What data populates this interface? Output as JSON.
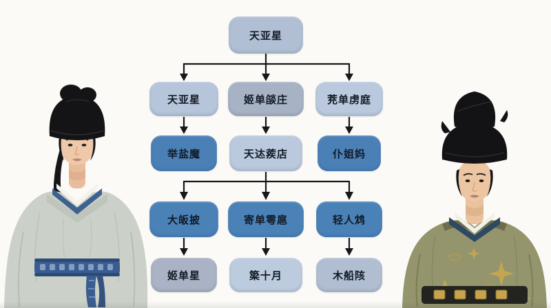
{
  "page": {
    "background_color": "#fbfaf7"
  },
  "diagram": {
    "type": "flowchart",
    "direction": "top-down",
    "line_color": "#17171a",
    "node_text_color": "#121a26",
    "nodes": {
      "root": {
        "label": "天亚星",
        "color": "#b0bfd4"
      },
      "r2c1": {
        "label": "天亚星",
        "color": "#b6c5da"
      },
      "r2c2": {
        "label": "姬单燄庄",
        "color": "#a8b2c5"
      },
      "r2c3": {
        "label": "茺单虏庭",
        "color": "#bac9de"
      },
      "r3c1": {
        "label": "举盐魔",
        "color": "#4a80b6"
      },
      "r3c2": {
        "label": "天迏蒺店",
        "color": "#bac9de"
      },
      "r3c3": {
        "label": "仆姐妈",
        "color": "#4a80b6"
      },
      "r4c1": {
        "label": "大皈披",
        "color": "#4a82b8"
      },
      "r4c2": {
        "label": "寄单雩扈",
        "color": "#4a82b8"
      },
      "r4c3": {
        "label": "轻人鸩",
        "color": "#4a82b8"
      },
      "r5c1": {
        "label": "姬单星",
        "color": "#a9b3c5"
      },
      "r5c2": {
        "label": "簗十月",
        "color": "#bdcbdf"
      },
      "r5c3": {
        "label": "木船陔",
        "color": "#b1bed2"
      }
    },
    "edges": [
      [
        "root",
        "r2c1"
      ],
      [
        "root",
        "r2c2"
      ],
      [
        "root",
        "r2c3"
      ],
      [
        "r2c1",
        "r3c1"
      ],
      [
        "r2c2",
        "r3c2"
      ],
      [
        "r2c3",
        "r3c3"
      ],
      [
        "r3c2",
        "r4c1"
      ],
      [
        "r3c2",
        "r4c2"
      ],
      [
        "r3c2",
        "r4c3"
      ],
      [
        "r4c1",
        "r5c1"
      ],
      [
        "r4c2",
        "r5c2"
      ],
      [
        "r4c3",
        "r5c3"
      ]
    ]
  },
  "figures": {
    "left": {
      "description": "woman in gray-green hanfu robe with blue sash and black futou hat"
    },
    "right": {
      "description": "man in olive-green gold-embroidered hanfu with tall black futou hat and dark belt"
    }
  }
}
